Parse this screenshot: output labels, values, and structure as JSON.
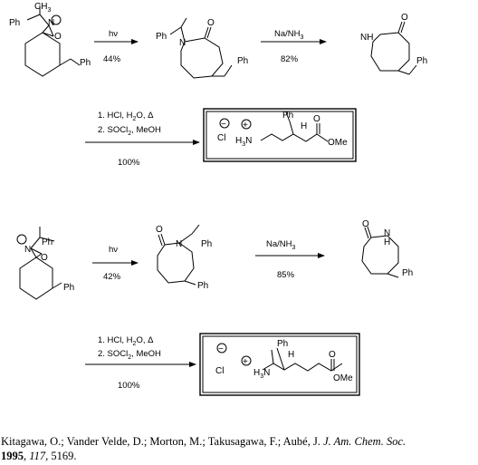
{
  "row1": {
    "step1": {
      "reagent": "hν",
      "yield": "44%"
    },
    "step2": {
      "reagent": "Na/NH",
      "reagent_sub": "3",
      "yield": "82%"
    },
    "start": {
      "me": "CH",
      "me_sub": "3",
      "ph": "Ph",
      "n": "N",
      "o": "O",
      "bn": "Ph"
    },
    "lactam": {
      "ph": "Ph",
      "n": "N",
      "o": "O",
      "bn": "Ph"
    },
    "product": {
      "nh": "NH",
      "o": "O",
      "bn": "Ph"
    }
  },
  "row2": {
    "step1": {
      "reagent": "hν",
      "yield": "42%"
    },
    "step2": {
      "reagent": "Na/NH",
      "reagent_sub": "3",
      "yield": "85%"
    },
    "start": {
      "ph": "Ph",
      "n": "N",
      "o": "O",
      "bn": "Ph"
    },
    "lactam": {
      "ph": "Ph",
      "n": "N",
      "o": "O",
      "bn": "Ph"
    },
    "product": {
      "nh": "N",
      "h": "H",
      "o": "O",
      "bn": "Ph"
    }
  },
  "hydrolysis1": {
    "line1": "1. HCl, H",
    "line1_sub": "2",
    "line1_end": "O, Δ",
    "line2": "2. SOCl",
    "line2_sub": "2",
    "line2_end": ", MeOH",
    "yield": "100%",
    "box": {
      "cl": "Cl",
      "minus": "−",
      "plus": "+",
      "amine": "H",
      "amine_sub": "3",
      "amine_n": "N",
      "ph": "Ph",
      "h": "H",
      "o": "O",
      "ome": "OMe"
    }
  },
  "hydrolysis2": {
    "line1": "1. HCl, H",
    "line1_sub": "2",
    "line1_end": "O, Δ",
    "line2": "2. SOCl",
    "line2_sub": "2",
    "line2_end": ", MeOH",
    "yield": "100%",
    "box": {
      "cl": "Cl",
      "minus": "−",
      "plus": "+",
      "amine": "H",
      "amine_sub": "3",
      "amine_n": "N",
      "ph": "Ph",
      "h": "H",
      "o": "O",
      "ome": "OMe"
    }
  },
  "reference": {
    "authors": "Kitagawa, O.; Vander Velde, D.; Morton, M.; Takusagawa, F.; Aubé, J.",
    "journal": "J. Am. Chem. Soc.",
    "year": "1995",
    "volume": "117",
    "pages": "5169."
  }
}
